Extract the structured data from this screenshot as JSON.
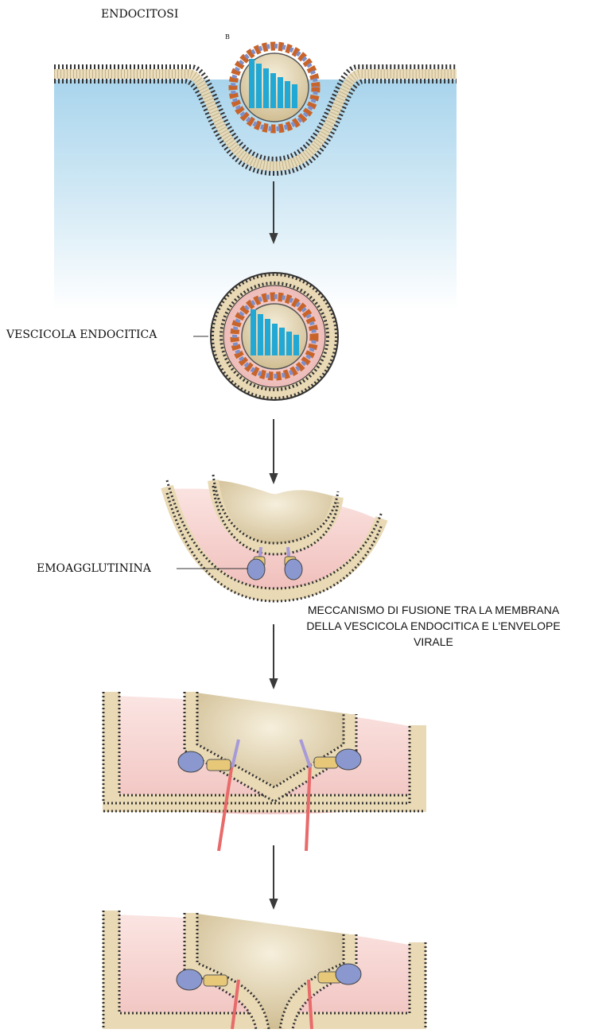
{
  "labels": {
    "endocitosi": "ENDOCITOSI",
    "corner_mark": "B",
    "vescicola": "VESCICOLA ENDOCITICA",
    "emoagglutinina": "EMOAGGLUTININA",
    "fusion_line1": "MECCANISMO DI FUSIONE TRA LA MEMBRANA",
    "fusion_line2": "DELLA  VESCICOLA ENDOCITICA E L'ENVELOPE",
    "fusion_line3": "VIRALE"
  },
  "colors": {
    "cytoplasm_top": "#a8d4ec",
    "cytoplasm_fade": "#ffffff",
    "membrane_head": "#ffffff",
    "membrane_outline": "#333333",
    "membrane_tail": "#e9d9b5",
    "vesicle_lumen": "#f2c9c6",
    "virus_core": "#d8c8a0",
    "virus_core_light": "#f6efdc",
    "spike_orange": "#c8642a",
    "spike_blue": "#7f8fc8",
    "rna": "#21a8d4",
    "arrow": "#3a3a3a",
    "ha_blue": "#8a98cf",
    "ha_yellow": "#e6c878",
    "ha_red": "#e86a6a",
    "ha_purple": "#a79ad8"
  },
  "icons": [
    "virus-particle-icon",
    "hemagglutinin-icon",
    "arrow-down-icon"
  ]
}
